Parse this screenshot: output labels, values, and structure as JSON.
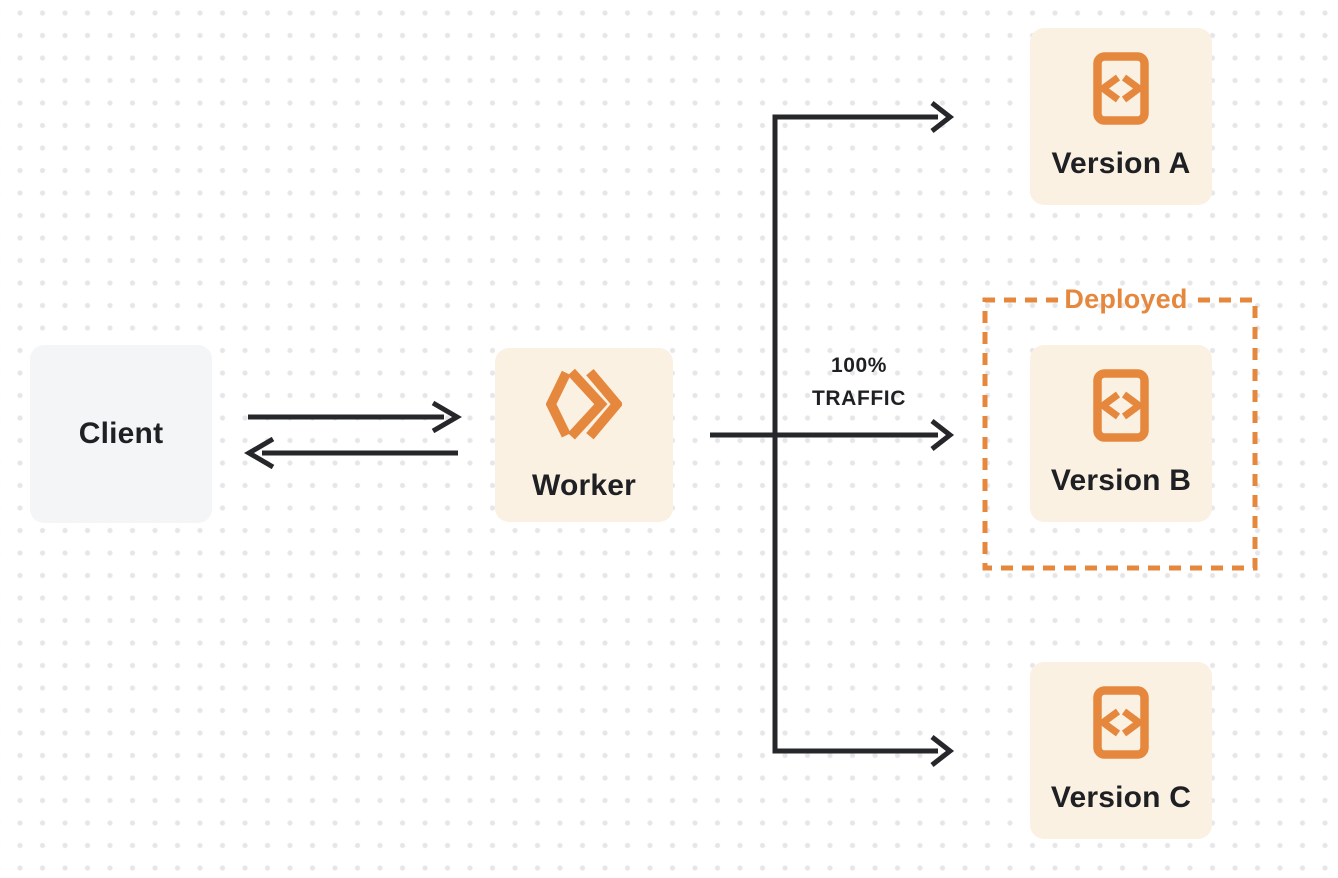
{
  "colors": {
    "orange_accent": "#E5883E",
    "node_cream": "#FAF1E3",
    "client_gray": "#F4F5F6",
    "arrow_dark": "#26272A",
    "label_text": "#1E2023",
    "dot_grid": "#E6E6E8",
    "background": "#FFFFFF"
  },
  "nodes": {
    "client": {
      "label": "Client"
    },
    "worker": {
      "label": "Worker",
      "icon": "cloudflare-workers-logo-icon"
    },
    "versions": [
      {
        "label": "Version A",
        "icon": "code-file-icon"
      },
      {
        "label": "Version B",
        "icon": "code-file-icon",
        "deployed": true
      },
      {
        "label": "Version C",
        "icon": "code-file-icon"
      }
    ]
  },
  "annotations": {
    "traffic_percent": "100%",
    "traffic_label": "TRAFFIC",
    "deployed_label": "Deployed"
  }
}
